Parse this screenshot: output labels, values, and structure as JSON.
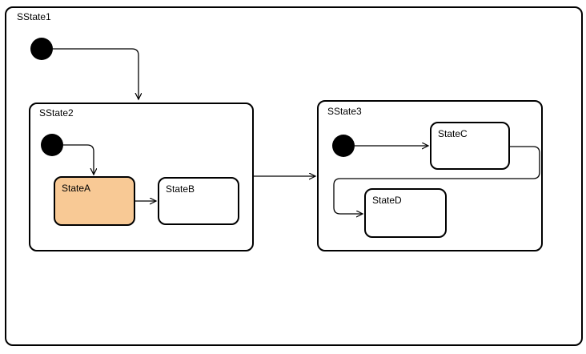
{
  "diagram": {
    "kind": "uml-statechart",
    "background_color": "#ffffff",
    "line_color": "#000000",
    "highlight_fill": "#F8C995",
    "states": {
      "sstate1": {
        "label": "SState1",
        "type": "composite",
        "has_initial_pseudostate": true
      },
      "sstate2": {
        "label": "SState2",
        "type": "composite",
        "has_initial_pseudostate": true
      },
      "sstate3": {
        "label": "SState3",
        "type": "composite",
        "has_initial_pseudostate": true
      },
      "stateA": {
        "label": "StateA",
        "type": "simple",
        "highlighted": true
      },
      "stateB": {
        "label": "StateB",
        "type": "simple",
        "highlighted": false
      },
      "stateC": {
        "label": "StateC",
        "type": "simple",
        "highlighted": false
      },
      "stateD": {
        "label": "StateD",
        "type": "simple",
        "highlighted": false
      }
    },
    "transitions": [
      {
        "from": "initial(SState1)",
        "to": "SState2"
      },
      {
        "from": "initial(SState2)",
        "to": "StateA"
      },
      {
        "from": "StateA",
        "to": "StateB"
      },
      {
        "from": "SState2",
        "to": "SState3"
      },
      {
        "from": "initial(SState3)",
        "to": "StateC"
      },
      {
        "from": "StateC",
        "to": "StateD"
      }
    ]
  }
}
